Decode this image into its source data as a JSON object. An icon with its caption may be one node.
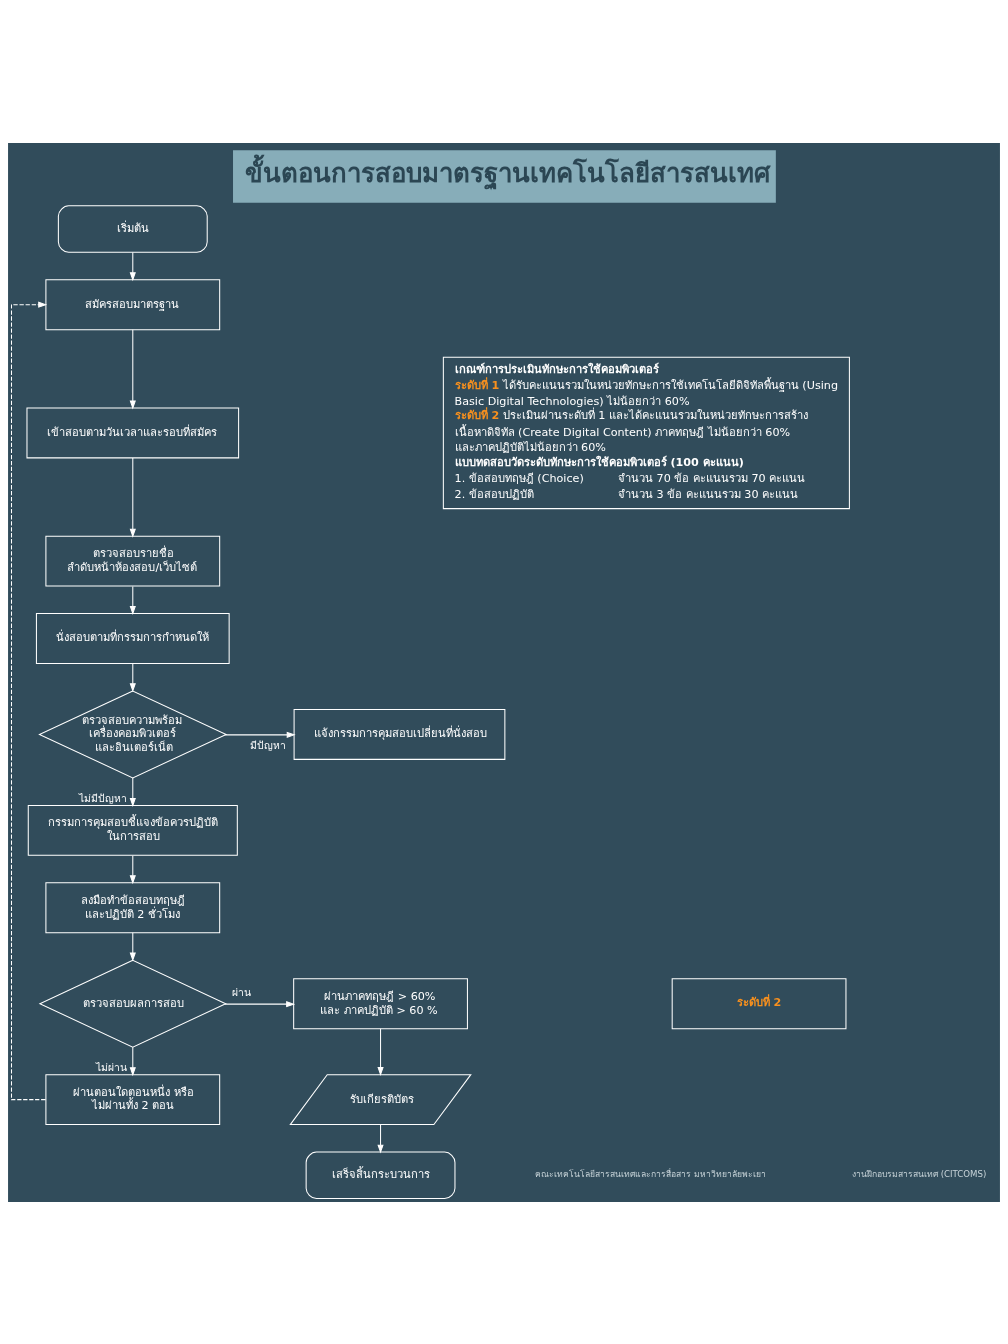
{
  "diagram": {
    "title": "ขั้นตอนการสอบมาตรฐานเทคโนโลยีสารสนเทศ",
    "nodes": [
      {
        "text": [
          "เริ่มต้น"
        ]
      },
      {
        "text": [
          "สมัครสอบมาตรฐาน"
        ]
      },
      {
        "text": [
          "เข้าสอบตามวันเวลาและรอบที่สมัคร"
        ]
      },
      {
        "text": [
          "เกณฑ์การประเมินทักษะการใช้คอมพิวเตอร์",
          "**ระดับที่ 1** ได้รับคะแนนรวมในหน่วยทักษะการใช้เทคโนโลยีดิจิทัลพื้นฐาน (Using Basic Digital Technologies) ไม่น้อยกว่า 60%",
          "**ระดับที่ 2** ประเมินผ่านระดับที่ 1 และได้คะแนนรวมในหน่วยทักษะการสร้างเนื้อหาดิจิทัล (Create Digital Content) ภาคทฤษฎี ไม่น้อยกว่า 60% และภาคปฏิบัติไม่น้อยกว่า 60%",
          "แบบทดสอบวัดระดับทักษะการใช้คอมพิวเตอร์ (100 คะแนน)",
          "1. ข้อสอบทฤษฎี (Choice)",
          "จำนวน 70 ข้อ คะแนนรวม 70 คะแนน",
          "2. ข้อสอบปฏิบัติ",
          "จำนวน 3 ข้อ คะแนนรวม 30 คะแนน"
        ]
      },
      {
        "text": [
          "ตรวจสอบรายชื่อ ลำดับหน้าห้องสอบ/เว็บไซต์"
        ]
      },
      {
        "text": [
          "นั่งสอบตามที่กรรมการกำหนดให้"
        ]
      },
      {
        "text": [
          "ตรวจสอบความพร้อมเครื่องคอมพิวเตอร์และอินเตอร์เน็ต"
        ]
      },
      {
        "text": [
          "แจ้งกรรมการคุมสอบเปลี่ยนที่นั่งสอบ"
        ]
      },
      {
        "text": [
          "กรรมการคุมสอบชี้แจงข้อควรปฏิบัติในการสอบ"
        ]
      },
      {
        "text": [
          "ลงมือทำข้อสอบทฤษฎีและปฏิบัติ 2 ชั่วโมง"
        ]
      },
      {
        "text": [
          "ตรวจสอบผลการสอบ"
        ]
      },
      {
        "text": [
          "ผ่านภาคทฤษฎี > 60% และ ภาคปฏิบัติ > 60 %"
        ]
      },
      {
        "text": [
          "ระดับที่ 2"
        ]
      },
      {
        "text": [
          "รับเกียรติบัตร"
        ]
      },
      {
        "text": [
          "ผ่านตอนใดตอนหนึ่ง หรือไม่ผ่านทั้ง 2 ตอน"
        ]
      },
      {
        "text": [
          "เสร็จสิ้นกระบวนการ"
        ]
      }
    ],
    "edges": [
      {
        "from": 0,
        "to": 1,
        "arrow": "to"
      },
      {
        "from": 1,
        "to": 2,
        "arrow": "to"
      },
      {
        "from": 2,
        "to": 4,
        "arrow": "to"
      },
      {
        "from": 4,
        "to": 5,
        "arrow": "to"
      },
      {
        "from": 5,
        "to": 6,
        "arrow": "to"
      },
      {
        "from": 6,
        "to": 7,
        "arrow": "to",
        "label": "มีปัญหา"
      },
      {
        "from": 6,
        "to": 8,
        "arrow": "to",
        "label": "ไม่มีปัญหา"
      },
      {
        "from": 8,
        "to": 9,
        "arrow": "to"
      },
      {
        "from": 9,
        "to": 10,
        "arrow": "to"
      },
      {
        "from": 10,
        "to": 11,
        "arrow": "to",
        "label": "ผ่าน"
      },
      {
        "from": 10,
        "to": 14,
        "arrow": "to",
        "label": "ไม่ผ่าน"
      },
      {
        "from": 11,
        "to": 13,
        "arrow": "to"
      },
      {
        "from": 13,
        "to": 15,
        "arrow": "to"
      },
      {
        "from": 14,
        "to": 1,
        "arrow": "to",
        "style": "dashed"
      }
    ],
    "labels": [
      "คณะเทคโนโลยีสารสนเทศและการสื่อสาร มหาวิทยาลัยพะเยา",
      "งานฝึกอบรมสารสนเทศ (CITCOMS)"
    ]
  }
}
